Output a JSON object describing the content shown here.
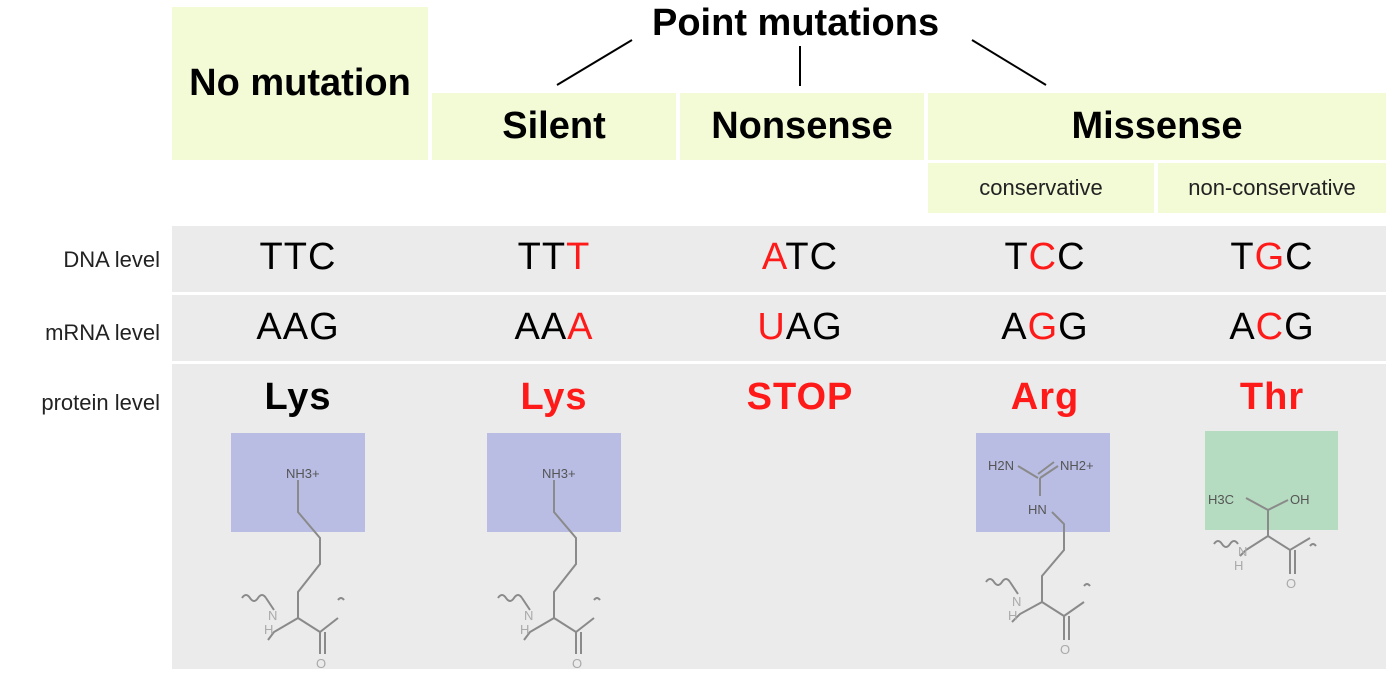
{
  "title": "Point mutations",
  "headers": {
    "no_mutation": "No mutation",
    "silent": "Silent",
    "nonsense": "Nonsense",
    "missense": "Missense",
    "conservative": "conservative",
    "non_conservative": "non-conservative"
  },
  "row_labels": {
    "dna": "DNA level",
    "mrna": "mRNA level",
    "protein": "protein level"
  },
  "columns": [
    {
      "dna": [
        "T",
        "T",
        "C"
      ],
      "dna_mut": -1,
      "mrna": [
        "A",
        "A",
        "G"
      ],
      "mrna_mut": -1,
      "protein": "Lys",
      "protein_red": false
    },
    {
      "dna": [
        "T",
        "T",
        "T"
      ],
      "dna_mut": 2,
      "mrna": [
        "A",
        "A",
        "A"
      ],
      "mrna_mut": 2,
      "protein": "Lys",
      "protein_red": true
    },
    {
      "dna": [
        "A",
        "T",
        "C"
      ],
      "dna_mut": 0,
      "mrna": [
        "U",
        "A",
        "G"
      ],
      "mrna_mut": 0,
      "protein": "STOP",
      "protein_red": true
    },
    {
      "dna": [
        "T",
        "C",
        "C"
      ],
      "dna_mut": 1,
      "mrna": [
        "A",
        "G",
        "G"
      ],
      "mrna_mut": 1,
      "protein": "Arg",
      "protein_red": true
    },
    {
      "dna": [
        "T",
        "G",
        "C"
      ],
      "dna_mut": 1,
      "mrna": [
        "A",
        "C",
        "G"
      ],
      "mrna_mut": 1,
      "protein": "Thr",
      "protein_red": true
    }
  ],
  "structure_labels": {
    "nh3": "NH3+",
    "h2n": "H2N",
    "nh2": "NH2+",
    "hn": "HN",
    "h3c": "H3C",
    "oh": "OH",
    "nh": "N",
    "h": "H",
    "o": "O"
  },
  "colors": {
    "header_bg": "#f3fad6",
    "panel_bg": "#ebebeb",
    "mutation": "#ff1a1a",
    "basic_box": "#b9bde3",
    "polar_box": "#b5dcc0"
  }
}
